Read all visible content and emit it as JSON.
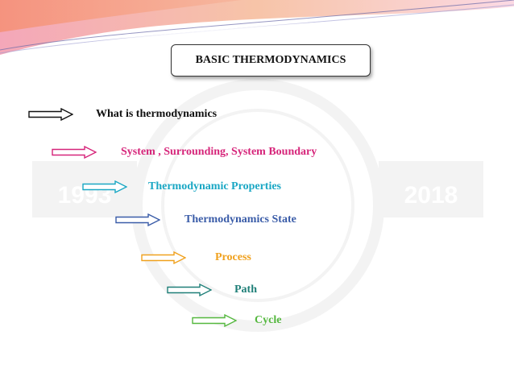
{
  "title": "BASIC THERMODYNAMICS",
  "watermark": {
    "year_left": "1993",
    "year_right": "2018"
  },
  "items": [
    {
      "label": "What is thermodynamics",
      "color": "#111111"
    },
    {
      "label": "System , Surrounding, System Boundary",
      "color": "#d6257a"
    },
    {
      "label": "Thermodynamic Properties",
      "color": "#1aa7c4"
    },
    {
      "label": "Thermodynamics State",
      "color": "#3a5ca8"
    },
    {
      "label": "Process",
      "color": "#f0a11e"
    },
    {
      "label": "Path",
      "color": "#1f7f78"
    },
    {
      "label": "Cycle",
      "color": "#55b83f"
    }
  ],
  "arrow_icons": [
    "right-arrow-icon",
    "right-arrow-icon",
    "right-arrow-icon",
    "right-arrow-icon",
    "right-arrow-icon",
    "right-arrow-icon",
    "right-arrow-icon"
  ]
}
